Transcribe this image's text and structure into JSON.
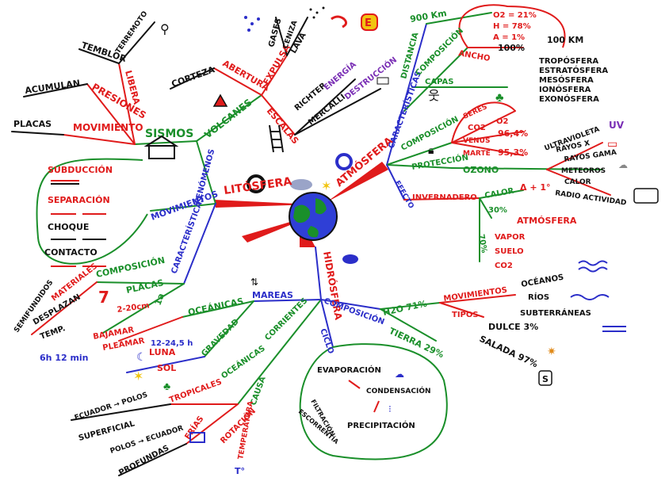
{
  "center": {
    "litosfera": "LITÓSFERA",
    "atmosfera": "ATMÓSFERA",
    "hidrosfera": "HIDRÓSFERA"
  },
  "litosfera": {
    "sismos": "SISMOS",
    "movimiento": "MOVIMIENTO",
    "placas_s": "PLACAS",
    "presiones": "PRESIONES",
    "acumulan": "ACUMULAN",
    "libera": "LIBERA",
    "temblor": "TEMBLOR",
    "terremoto": "TERREMOTO",
    "volcanes": "VOLCANES",
    "corteza": "CORTEZA",
    "abertura": "ABERTURA",
    "expulsa": "EXPULSA",
    "gases": "GASES",
    "ceniza": "CENIZA",
    "lava": "LAVA",
    "escalas": "ESCALAS",
    "richter": "RICHTER",
    "energia": "ENERGÍA",
    "mercalli": "MERCALLI",
    "destruccion": "DESTRUCCIÓN",
    "fenomenos": "FENÓMENOS",
    "movimientos": "MOVIMIENTOS",
    "subduccion": "SUBDUCCIÓN",
    "separacion": "SEPARACIÓN",
    "choque": "CHOQUE",
    "contacto": "CONTACTO",
    "caracteristicas": "CARACTERÍSTICAS",
    "composicion": "COMPOSICIÓN",
    "materiales": "MATERIALES",
    "semifundidos": "SEMIFUNDIDOS",
    "desplazan": "DESPLAZAN",
    "temp": "TEMP.",
    "num7": "7",
    "placas": "PLACAS",
    "grosor": "2-20cm",
    "anio": "1a",
    "sixh": "6h 12 min"
  },
  "atmosfera": {
    "caracteristicas": "CARACTERÍSTICAS",
    "distancia": "DISTANCIA",
    "km900": "900 Km",
    "composicion": "COMPOSICIÓN",
    "o2": "O2 = 21%",
    "h": "H = 78%",
    "a": "A = 1%",
    "pct100": "100%",
    "ancho": "ANCHO",
    "km100": "100 KM",
    "capas": "CAPAS",
    "capas_list": [
      "TROPÓSFERA",
      "ESTRATÓSFERA",
      "MESÓSFERA",
      "IONÓSFERA",
      "EXONÓSFERA"
    ],
    "composicion2": "COMPOSICIÓN",
    "seres": "SERES",
    "co2": "CO2",
    "o2b": "O2",
    "venus": "VENUS",
    "venus_pct": "96,4%",
    "marte": "MARTE",
    "marte_pct": "95,3%",
    "proteccion": "PROTECCIÓN",
    "ozono": "OZONO",
    "ultravioleta": "ULTRAVIOLETA",
    "uv": "UV",
    "rayos_x": "RAYOS X",
    "rayos_gama": "RAYOS GAMA",
    "meteoros": "METEOROS",
    "calor_r": "CALOR",
    "radio": "RADIO ACTIVIDAD",
    "efecto": "EFECTO",
    "invernadero": "INVERNADERO",
    "calor": "CALOR",
    "delta": "Δ + 1°",
    "pct30": "30%",
    "atmosfera": "ATMÓSFERA",
    "pct70": "70%",
    "vapor": "VAPOR",
    "suelo": "SUELO",
    "co2b": "CO2"
  },
  "hidrosfera": {
    "mareas": "MAREAS",
    "oceanicas": "OCEÁNICAS",
    "gravedad": "GRAVEDAD",
    "bajamar": "BAJAMAR",
    "pleamar": "PLEAMAR",
    "h1245": "12-24,5 h",
    "luna": "LUNA",
    "sol": "SOL",
    "corrientes": "CORRIENTES",
    "oceanicas2": "OCEÁNICAS",
    "tropicales": "TROPICALES",
    "ecuador_polos": "ECUADOR → POLOS",
    "superficial": "SUPERFICIAL",
    "frias": "FRÍAS",
    "polos_ecuador": "POLOS → ECUADOR",
    "profundas": "PROFUNDAS",
    "causa": "CAUSA",
    "rotacion": "ROTACIÓN",
    "temperatura": "TEMPERATURA",
    "t": "T°",
    "composicion": "COMPOSICIÓN",
    "h2o": "H2O 71%",
    "tierra": "TIERRA 29%",
    "movimientos": "MOVIMIENTOS",
    "oceanos": "OCÉANOS",
    "rios": "RÍOS",
    "subterraneas": "SUBTERRÁNEAS",
    "tipos": "TIPOS",
    "dulce": "DULCE 3%",
    "salada": "SALADA 97%",
    "ciclo": "CICLO",
    "evaporacion": "EVAPORACIÓN",
    "condensacion": "CONDENSACIÓN",
    "precipitacion": "PRECIPITACIÓN",
    "infiltracion": "FILTRACIÓN",
    "escorrentia": "ESCORRENTÍA"
  }
}
